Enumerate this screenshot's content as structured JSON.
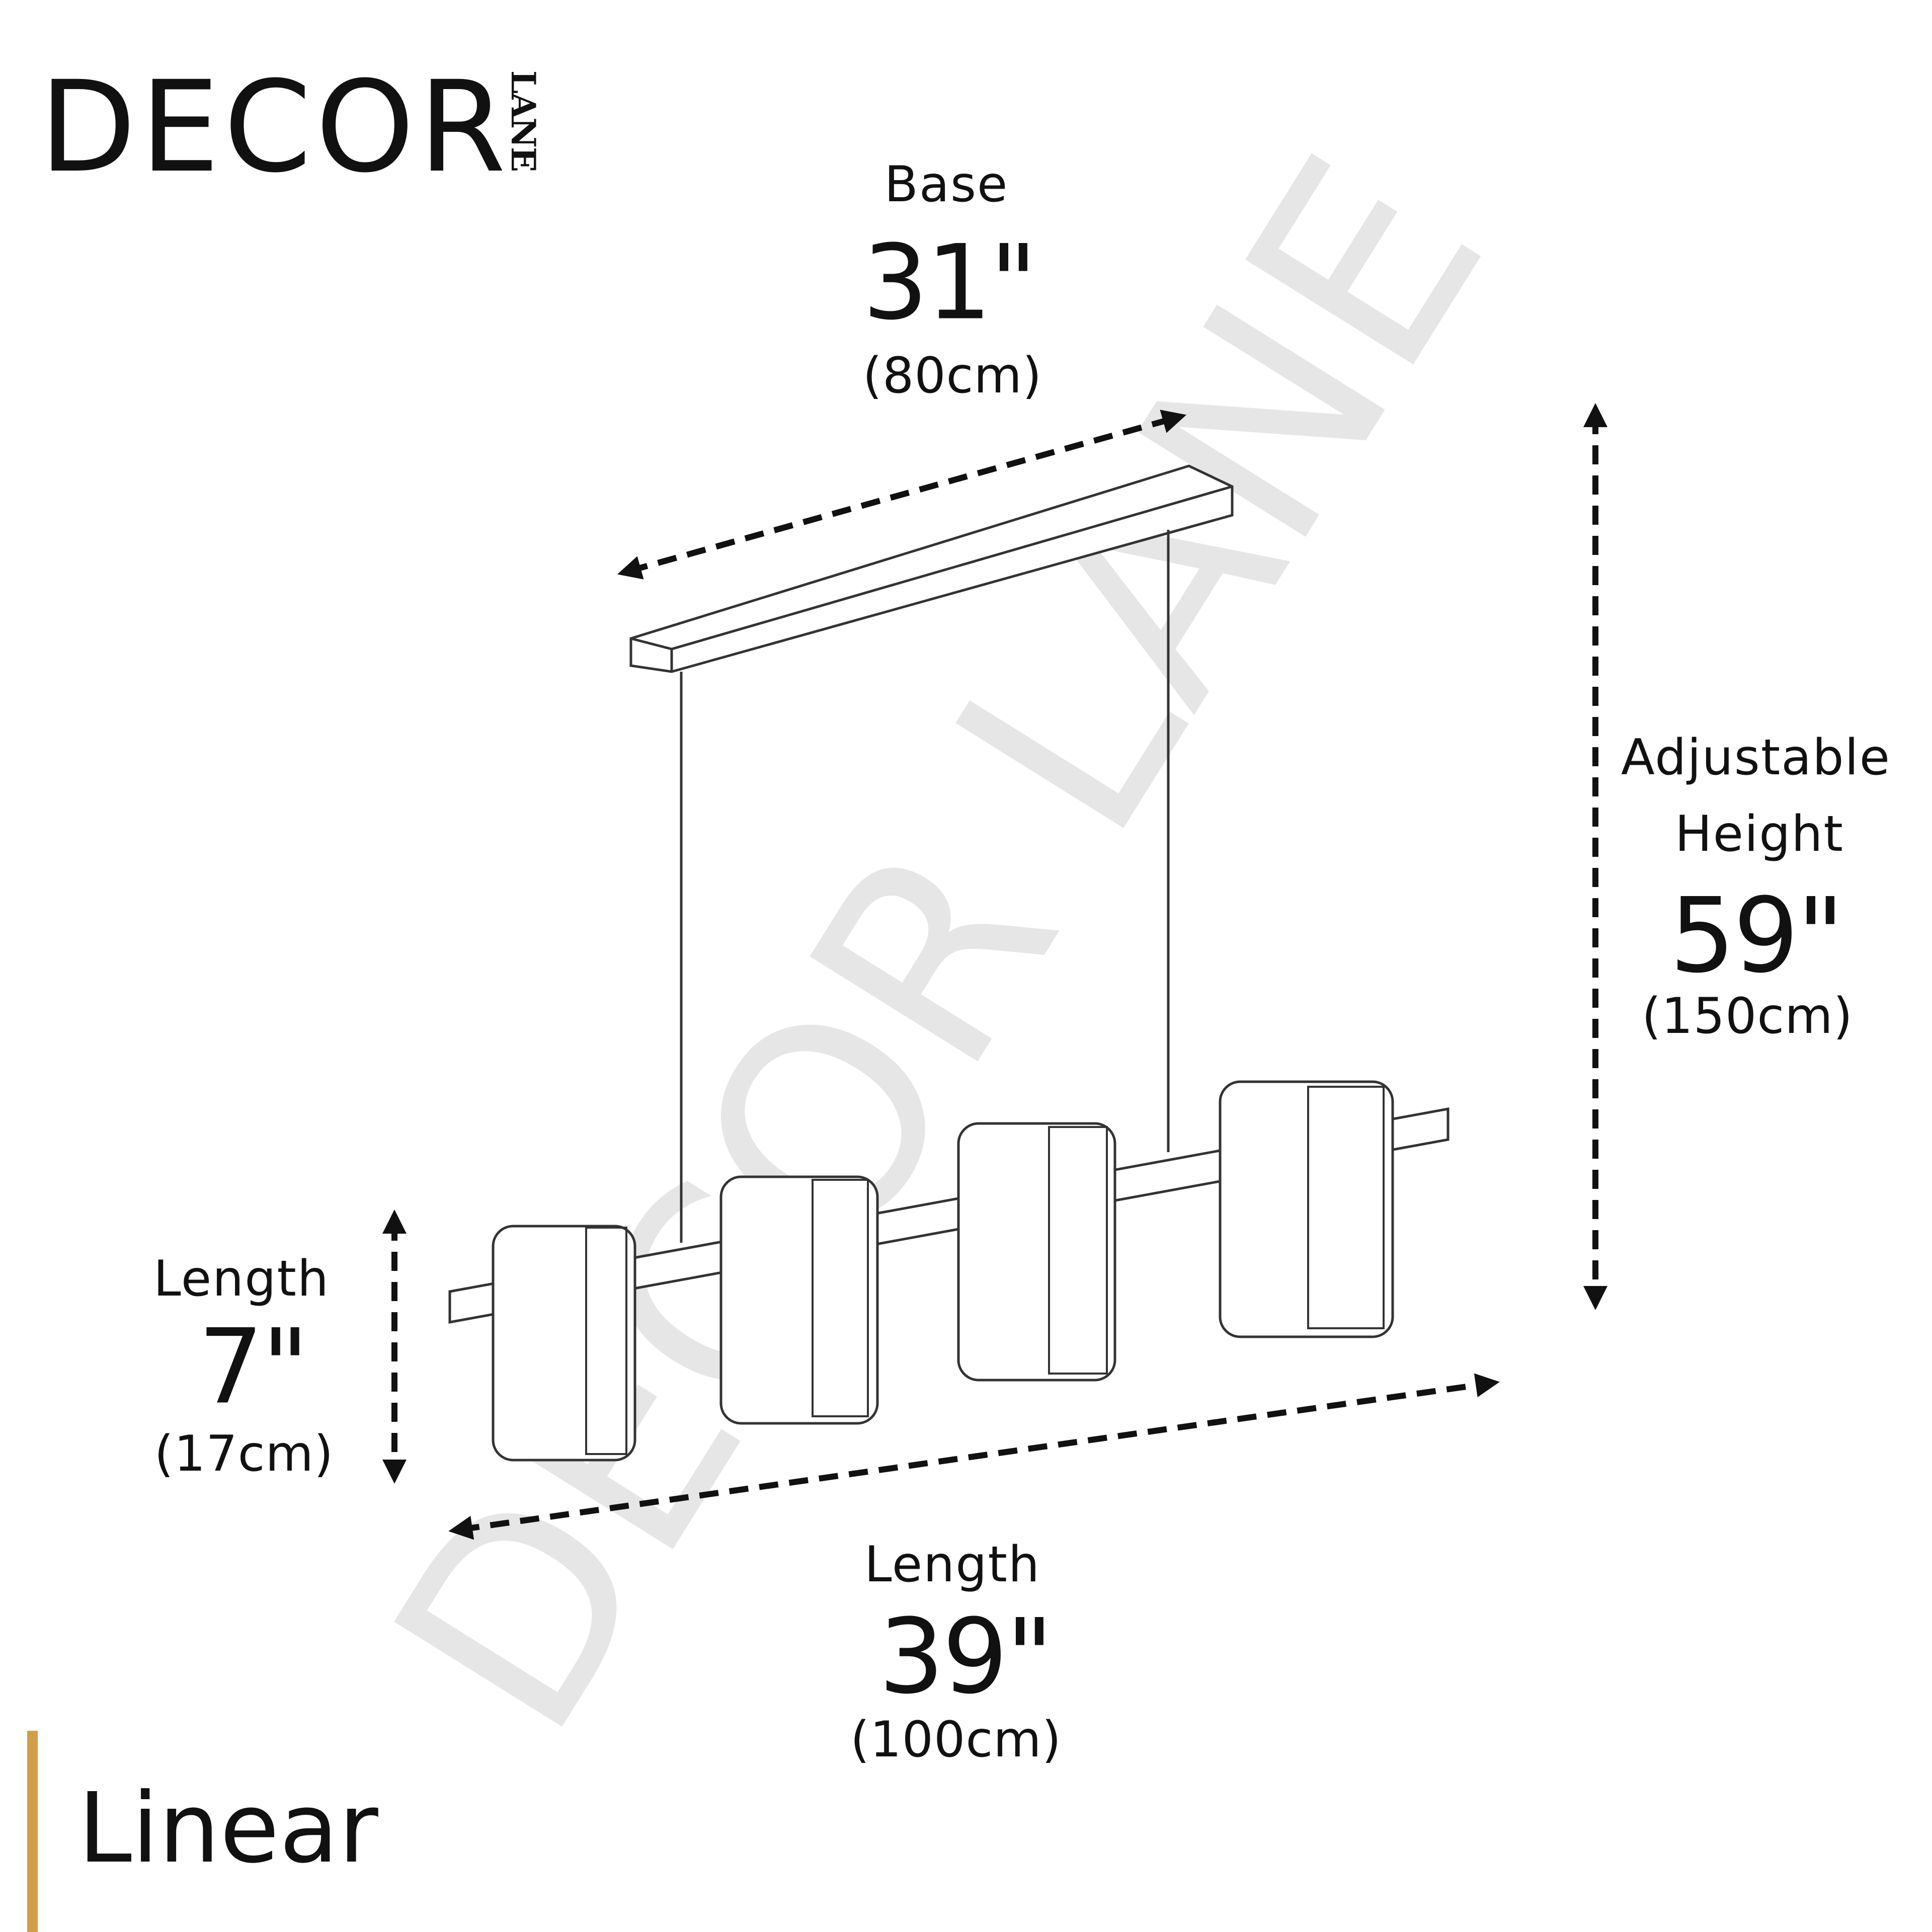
{
  "brand": {
    "name": "DECOR",
    "sub": "LANE"
  },
  "watermark": "DECOR LANE",
  "colors": {
    "accent": "#D39E48",
    "text": "#111111",
    "watermark": "#ececec"
  },
  "dimensions": {
    "base": {
      "label": "Base",
      "inches": "31\"",
      "cm": "(80cm)"
    },
    "height": {
      "label_1": "Adjustable",
      "label_2": "Height",
      "inches": "59\"",
      "cm": "(150cm)"
    },
    "pendant_length": {
      "label": "Length",
      "inches": "7\"",
      "cm": "(17cm)"
    },
    "length": {
      "label": "Length",
      "inches": "39\"",
      "cm": "(100cm)"
    }
  },
  "category": "Linear"
}
